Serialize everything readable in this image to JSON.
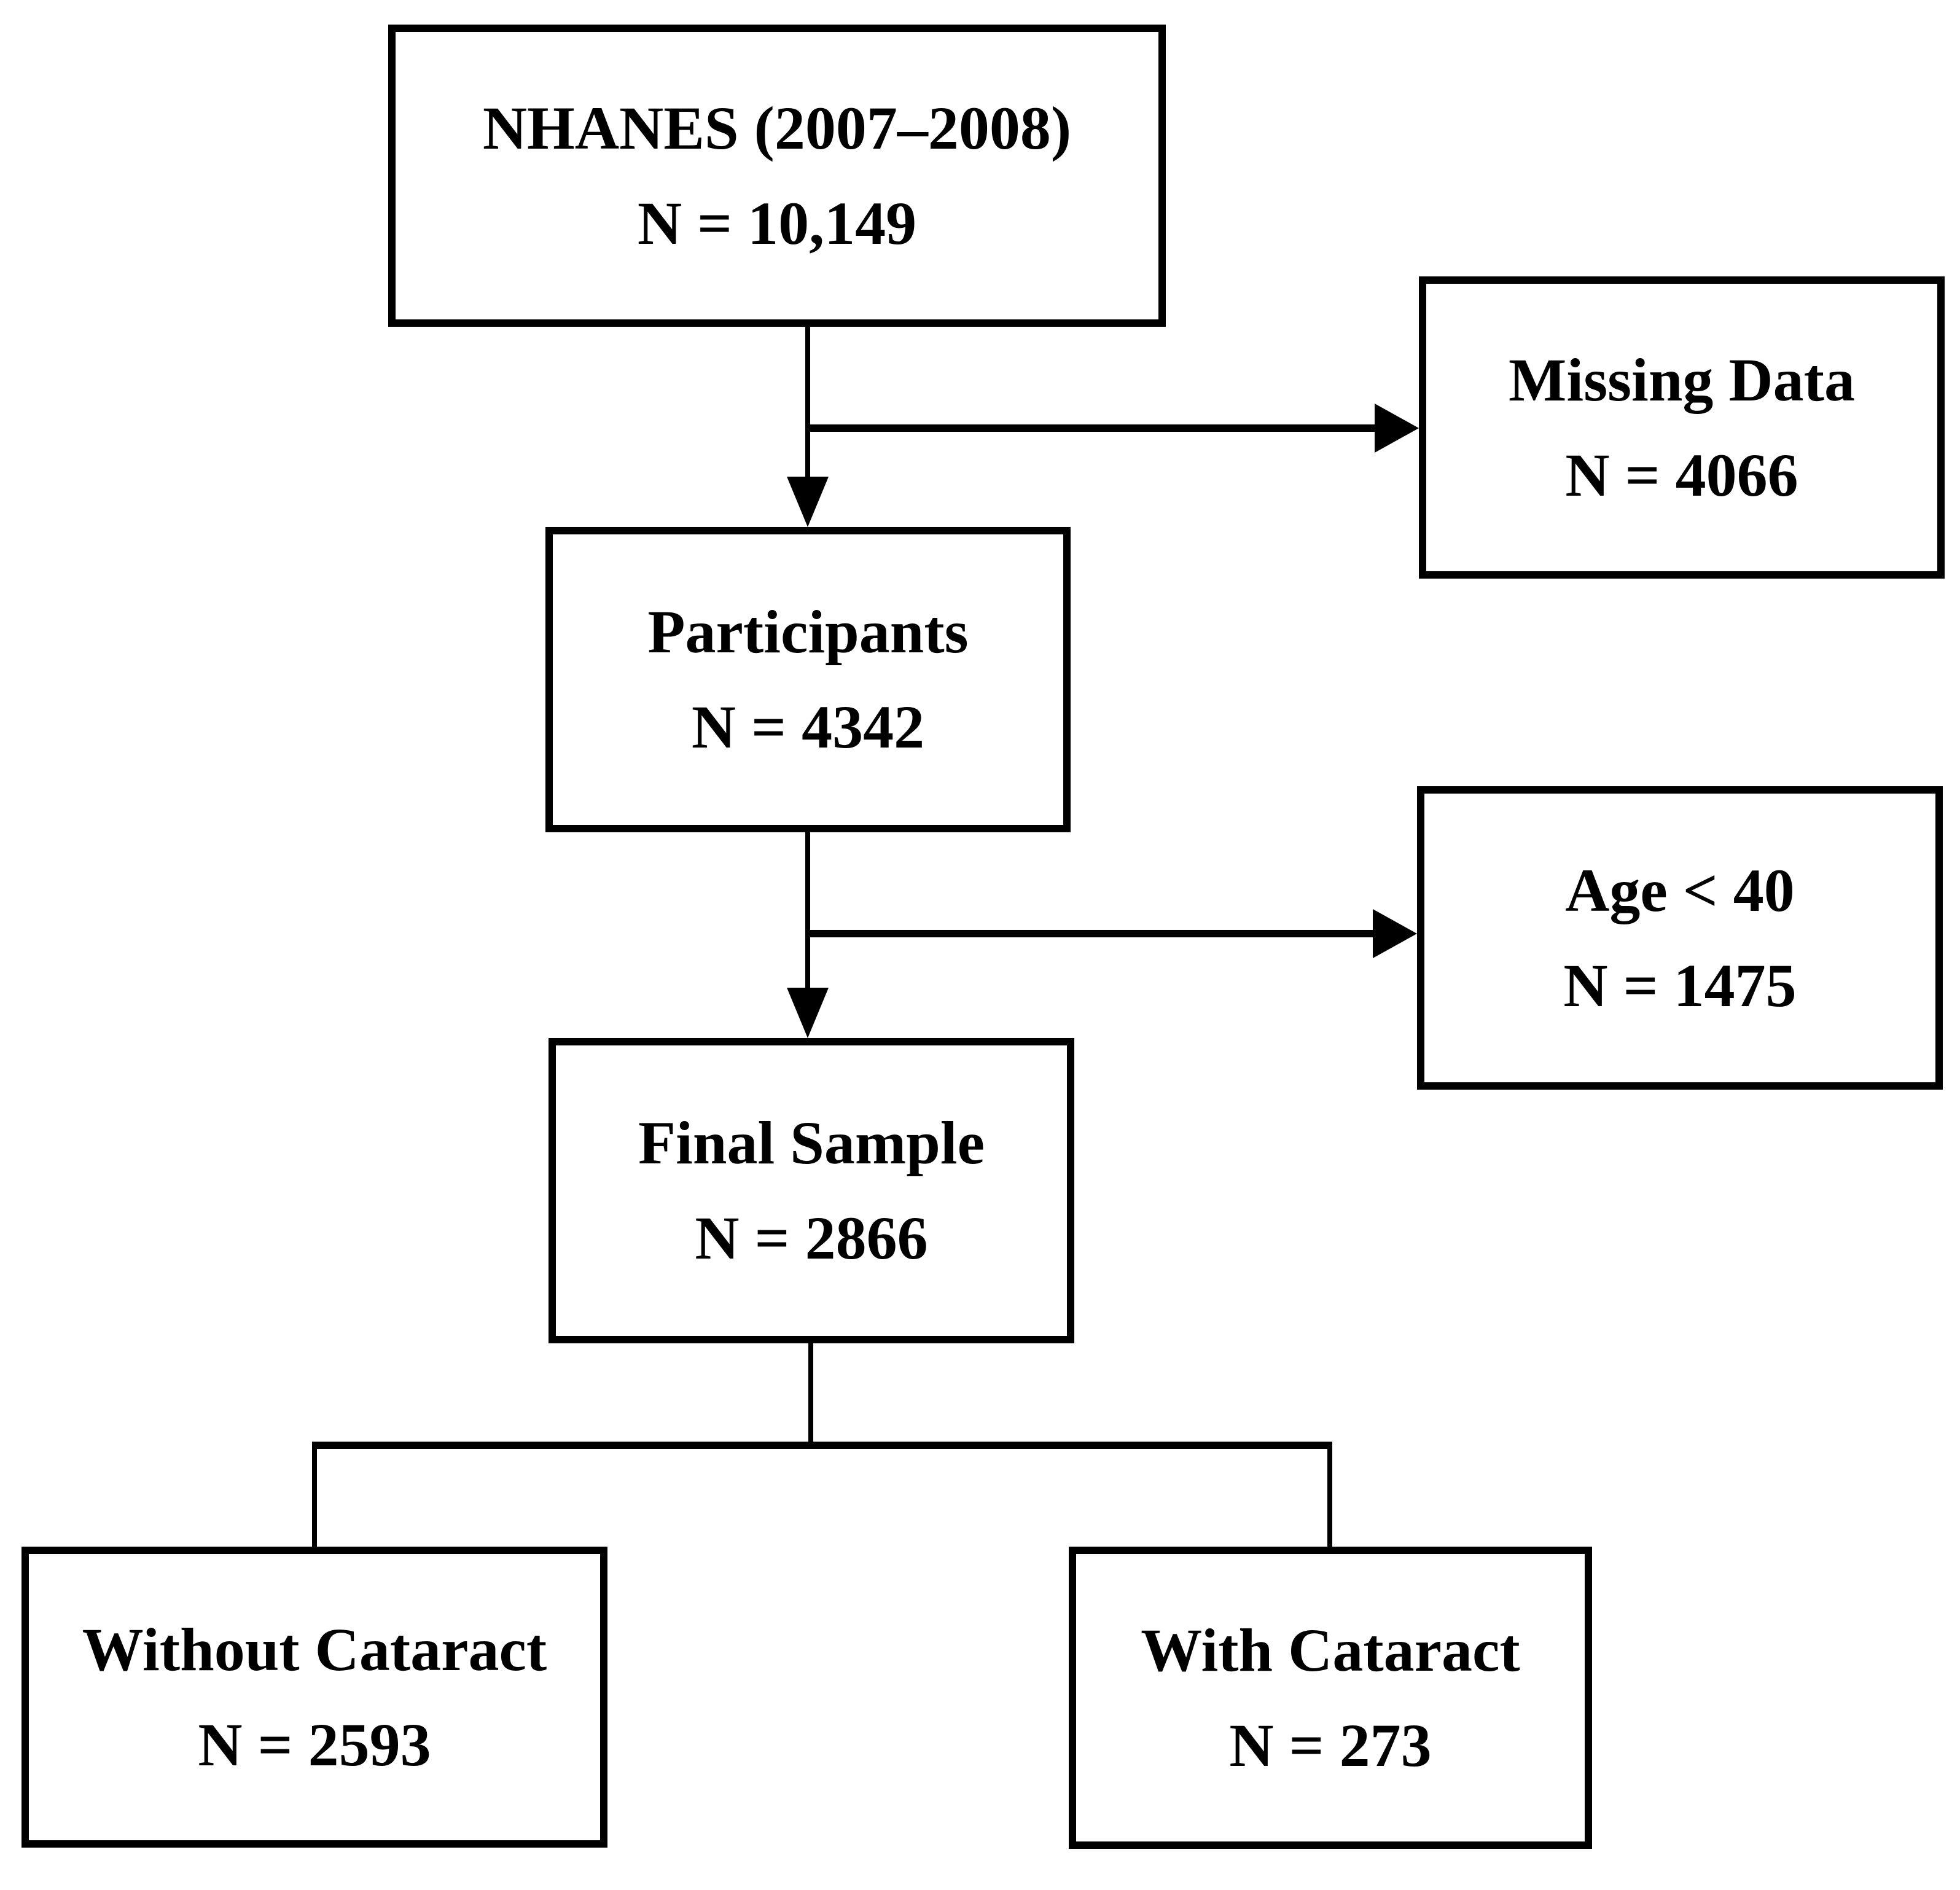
{
  "diagram": {
    "type": "flowchart",
    "nodes": {
      "nhanes": {
        "label": "NHANES (2007–2008)",
        "n": "N = 10,149"
      },
      "missing": {
        "label": "Missing Data",
        "n": "N = 4066"
      },
      "participants": {
        "label": "Participants",
        "n": "N = 4342"
      },
      "age_under_40": {
        "label": "Age < 40",
        "n": "N = 1475"
      },
      "final_sample": {
        "label": "Final Sample",
        "n": "N = 2866"
      },
      "without_cataract": {
        "label": "Without Cataract",
        "n": "N = 2593"
      },
      "with_cataract": {
        "label": "With Cataract",
        "n": "N = 273"
      }
    },
    "edges": [
      {
        "from": "nhanes",
        "to": "participants",
        "style": "arrow"
      },
      {
        "from": "nhanes",
        "to": "missing",
        "style": "arrow"
      },
      {
        "from": "participants",
        "to": "final_sample",
        "style": "arrow"
      },
      {
        "from": "participants",
        "to": "age_under_40",
        "style": "arrow"
      },
      {
        "from": "final_sample",
        "to": "without_cataract",
        "style": "line"
      },
      {
        "from": "final_sample",
        "to": "with_cataract",
        "style": "line"
      }
    ],
    "colors": {
      "line": "#000000",
      "text": "#000000",
      "background": "#ffffff",
      "box_background": "#ffffff"
    }
  }
}
